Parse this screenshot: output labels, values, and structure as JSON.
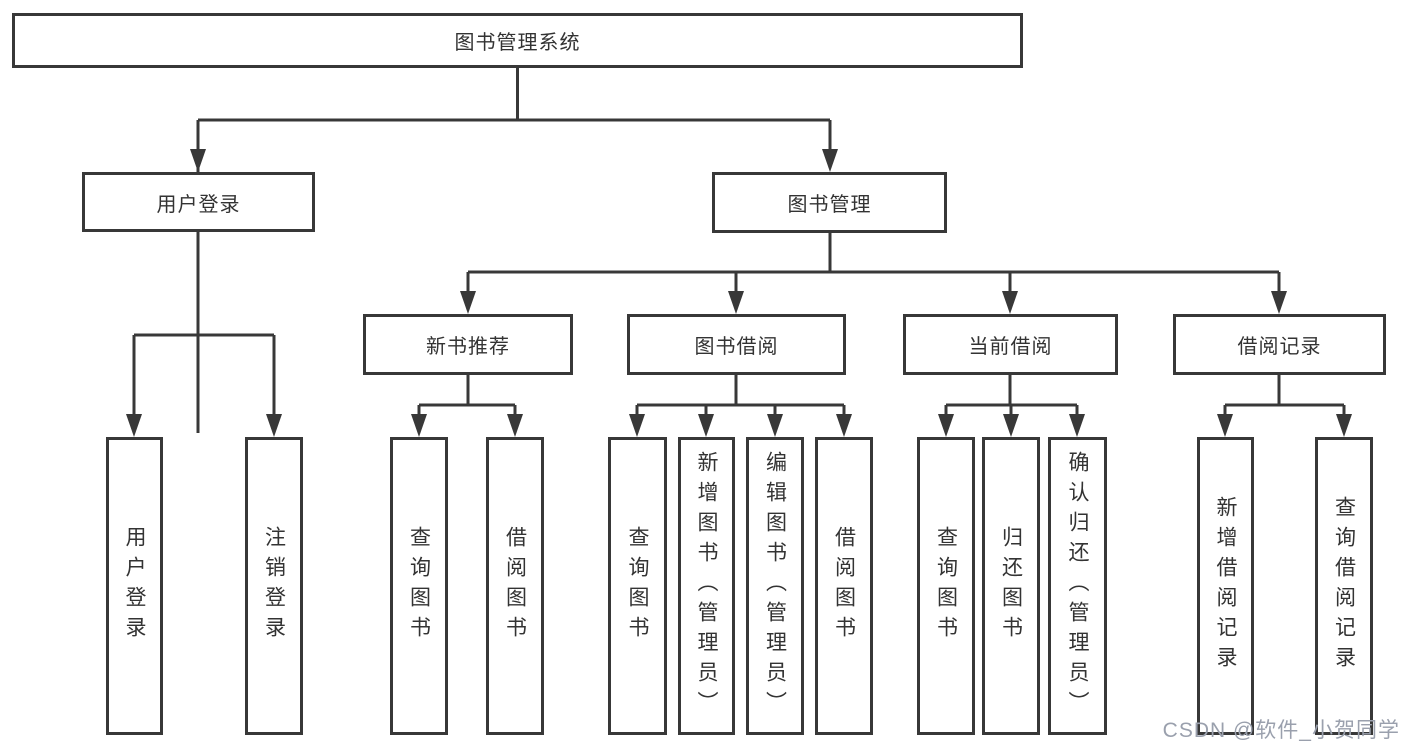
{
  "diagram": {
    "root": {
      "label": "图书管理系统"
    },
    "branches": [
      {
        "label": "用户登录",
        "children": [
          {
            "label": "用户登录"
          },
          {
            "label": "注销登录"
          }
        ]
      },
      {
        "label": "图书管理",
        "children": [
          {
            "label": "新书推荐",
            "children": [
              {
                "label": "查询图书"
              },
              {
                "label": "借阅图书"
              }
            ]
          },
          {
            "label": "图书借阅",
            "children": [
              {
                "label": "查询图书"
              },
              {
                "label": "新增图书（管理员）"
              },
              {
                "label": "编辑图书（管理员）"
              },
              {
                "label": "借阅图书"
              }
            ]
          },
          {
            "label": "当前借阅",
            "children": [
              {
                "label": "查询图书"
              },
              {
                "label": "归还图书"
              },
              {
                "label": "确认归还（管理员）"
              }
            ]
          },
          {
            "label": "借阅记录",
            "children": [
              {
                "label": "新增借阅记录"
              },
              {
                "label": "查询借阅记录"
              }
            ]
          }
        ]
      }
    ]
  },
  "watermark": {
    "text": "CSDN @软件_小贺同学"
  },
  "colors": {
    "line": "#383838",
    "text": "#333333",
    "background": "#ffffff",
    "watermark": "#9aa0ad"
  }
}
